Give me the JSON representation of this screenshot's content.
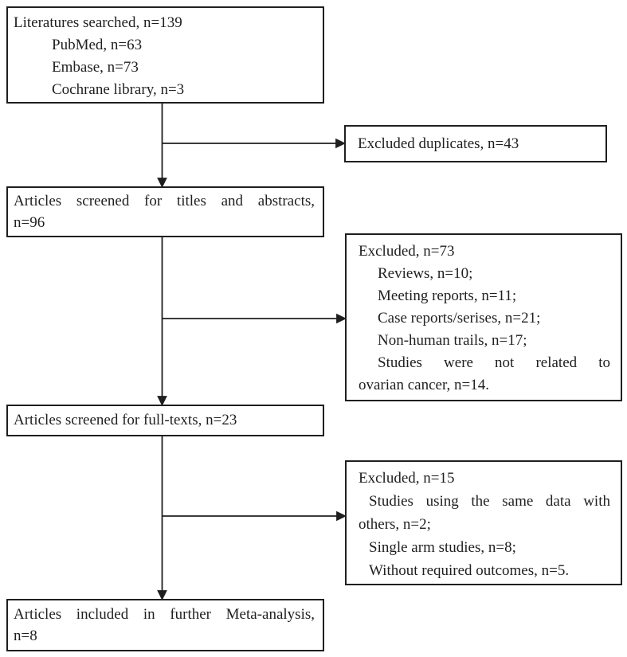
{
  "figure": {
    "type": "prisma-literature-screening-flowchart",
    "colors": {
      "border": "#1f1f1f",
      "text": "#1f1f1f",
      "background": "#ffffff"
    },
    "boxes": {
      "literatures": {
        "lines": [
          "Literatures searched, n=139",
          "PubMed, n=63",
          "Embase, n=73",
          "Cochrane library, n=3"
        ]
      },
      "excluded_duplicates": {
        "lines": [
          "Excluded duplicates, n=43"
        ]
      },
      "titles_abstracts": {
        "lines": [
          "Articles screened for titles and abstracts,",
          "n=96"
        ]
      },
      "excluded_screening": {
        "lines": [
          "Excluded, n=73",
          "Reviews, n=10;",
          "Meeting reports, n=11;",
          "Case reports/serises, n=21;",
          "Non-human trails, n=17;",
          "Studies were not related to",
          "ovarian cancer, n=14."
        ]
      },
      "full_texts": {
        "lines": [
          "Articles screened for full-texts, n=23"
        ]
      },
      "excluded_fulltext": {
        "lines": [
          "Excluded, n=15",
          "Studies using the same data with",
          "others, n=2;",
          "Single arm studies, n=8;",
          "Without required outcomes, n=5."
        ]
      },
      "included": {
        "lines": [
          "Articles included in further Meta-analysis,",
          "n=8"
        ]
      }
    }
  }
}
